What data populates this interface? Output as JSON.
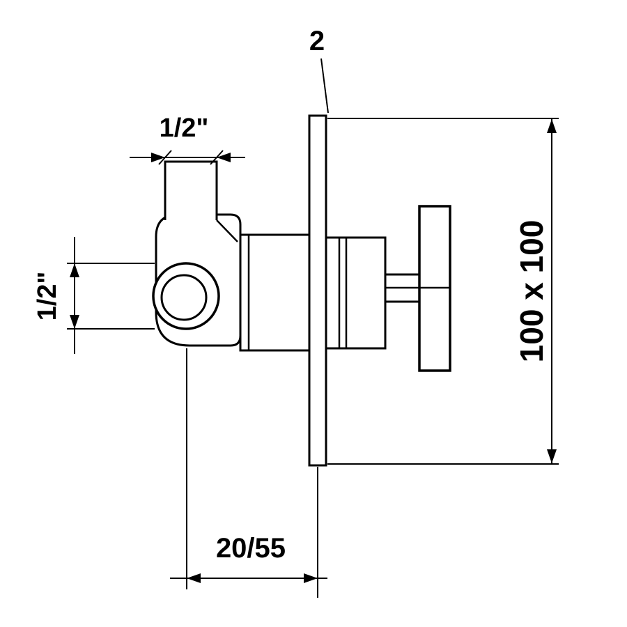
{
  "page": {
    "background_color": "#ffffff",
    "line_color": "#000000"
  },
  "diagram": {
    "kind": "technical dimension drawing",
    "subject": "concealed wall valve with cross handle, side view",
    "labels": {
      "plate_thickness": "2",
      "top_port_size": "1/2\"",
      "side_port_size": "1/2\"",
      "plate_face_size": "100 x 100",
      "install_depth": "20/55"
    }
  }
}
